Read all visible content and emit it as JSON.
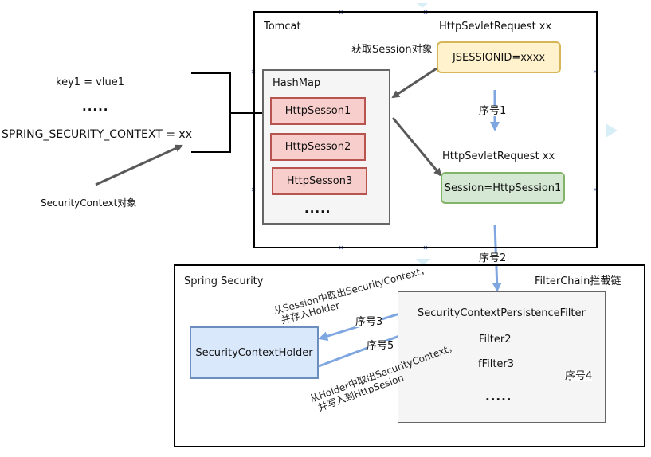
{
  "tomcat": {
    "title": "Tomcat",
    "request_top_label": "HttpSevletRequest xx",
    "get_session_label": "获取Session对象",
    "jsessionid": "JSESSIONID=xxxx",
    "step1": "序号1",
    "request_bottom_label": "HttpSevletRequest xx",
    "session_assign": "Session=HttpSession1",
    "hashmap": {
      "title": "HashMap",
      "items": [
        "HttpSesson1",
        "HttpSesson2",
        "HttpSesson3"
      ],
      "ellipsis": "....."
    }
  },
  "context_map": {
    "key1": "key1 = vlue1",
    "ellipsis": ".....",
    "spring_key": "SPRING_SECURITY_CONTEXT = xx",
    "object_label": "SecurityContext对象"
  },
  "step2": "序号2",
  "spring_security": {
    "title": "Spring Security",
    "filterchain_label": "FilterChain拦截链",
    "holder": "SecurityContextHolder",
    "filters": [
      "SecurityContextPersistenceFilter",
      "Filter2",
      "fFilter3"
    ],
    "filters_ellipsis": ".....",
    "step3": "序号3",
    "step5": "序号5",
    "step4": "序号4",
    "note_top_line1": "从Session中取出SecurityContext，",
    "note_top_line2": "并存入Holder",
    "note_bottom_line1": "从Holder中取出SecurityContext，",
    "note_bottom_line2": "并写入到HttpSesion"
  },
  "colors": {
    "blue_arrow": "#7ea6e0",
    "dark_arrow": "#595959",
    "red_fill": "#f8cecc",
    "yellow_fill": "#fff2cc",
    "green_fill": "#d5e8d4",
    "blue_fill": "#dae8fc",
    "gray_fill": "#f5f5f5"
  }
}
